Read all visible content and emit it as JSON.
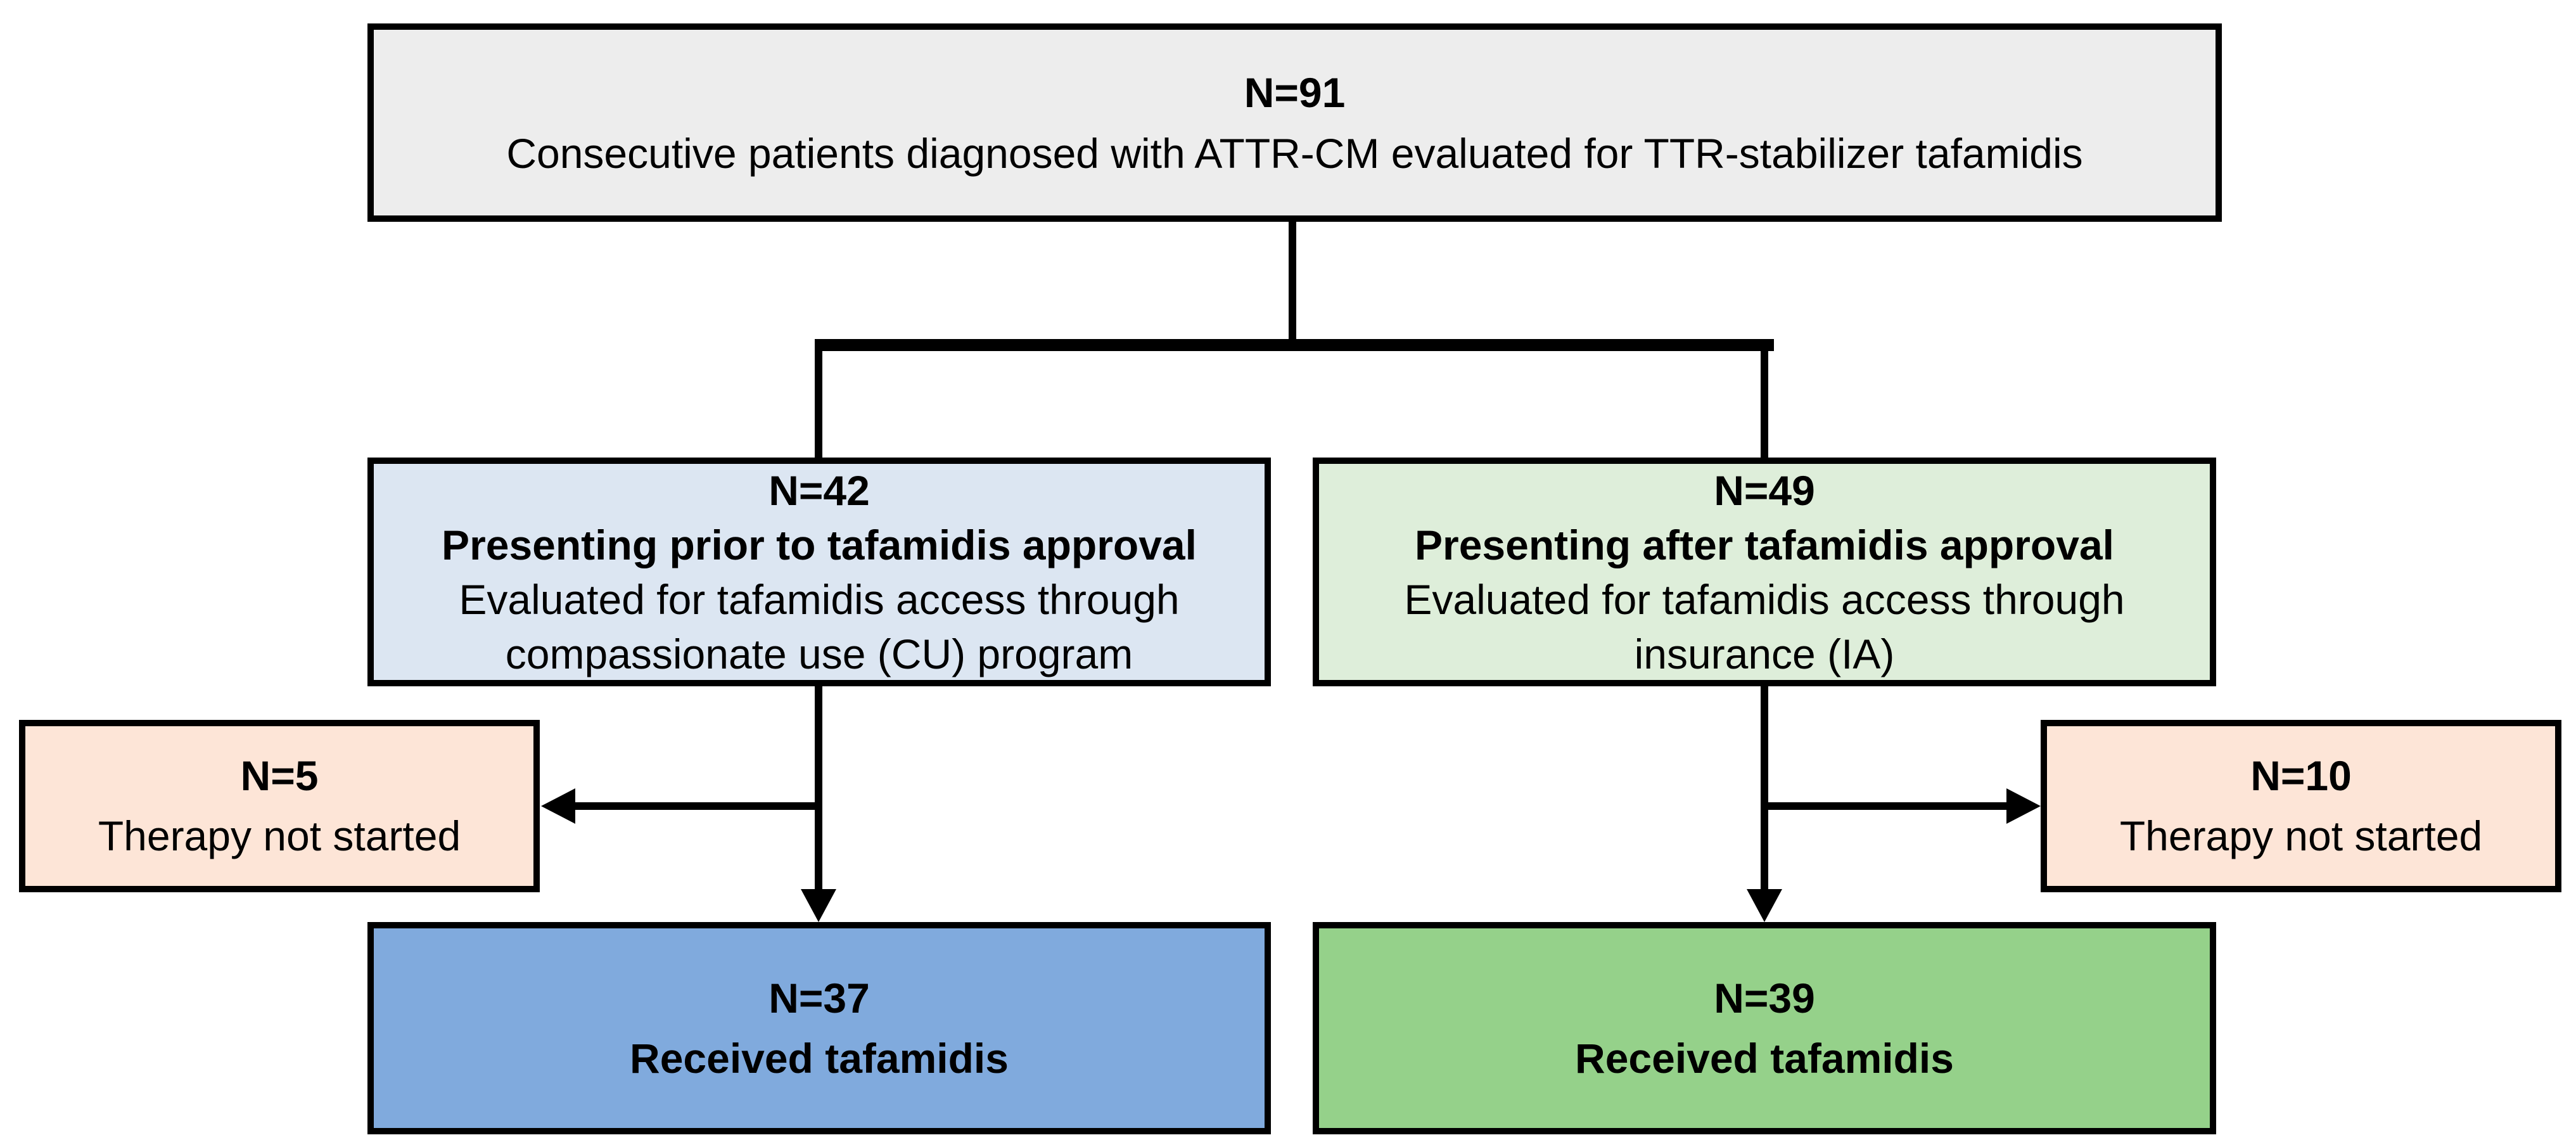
{
  "diagram": {
    "kind": "patient-flow-diagram",
    "nodes": {
      "total": {
        "n": "N=91",
        "text": "Consecutive patients diagnosed with ATTR-CM evaluated for TTR-stabilizer tafamidis",
        "bg": "#ededed"
      },
      "prior_approval": {
        "n": "N=42",
        "heading": "Presenting prior to tafamidis approval",
        "detail": [
          "Evaluated for tafamidis access through",
          "compassionate use (CU) program"
        ],
        "bg": "#dce6f2"
      },
      "after_approval": {
        "n": "N=49",
        "heading": "Presenting after tafamidis approval",
        "detail": [
          "Evaluated for tafamidis access through",
          "insurance (IA)"
        ],
        "bg": "#deeeda"
      },
      "not_started_cu": {
        "n": "N=5",
        "text": "Therapy not started",
        "bg": "#fde5d7"
      },
      "not_started_ia": {
        "n": "N=10",
        "text": "Therapy not started",
        "bg": "#fde5d7"
      },
      "received_cu": {
        "n": "N=37",
        "text": "Received tafamidis",
        "bg": "#80aadd"
      },
      "received_ia": {
        "n": "N=39",
        "text": "Received tafamidis",
        "bg": "#95d18a"
      }
    },
    "edges": [
      {
        "from": "total",
        "to": "prior_approval"
      },
      {
        "from": "total",
        "to": "after_approval"
      },
      {
        "from": "prior_approval",
        "to": "not_started_cu"
      },
      {
        "from": "prior_approval",
        "to": "received_cu"
      },
      {
        "from": "after_approval",
        "to": "not_started_ia"
      },
      {
        "from": "after_approval",
        "to": "received_ia"
      }
    ],
    "colors": {
      "border": "#000000",
      "connector": "#000000",
      "page_bg": "#ffffff",
      "text": "#000000"
    }
  }
}
